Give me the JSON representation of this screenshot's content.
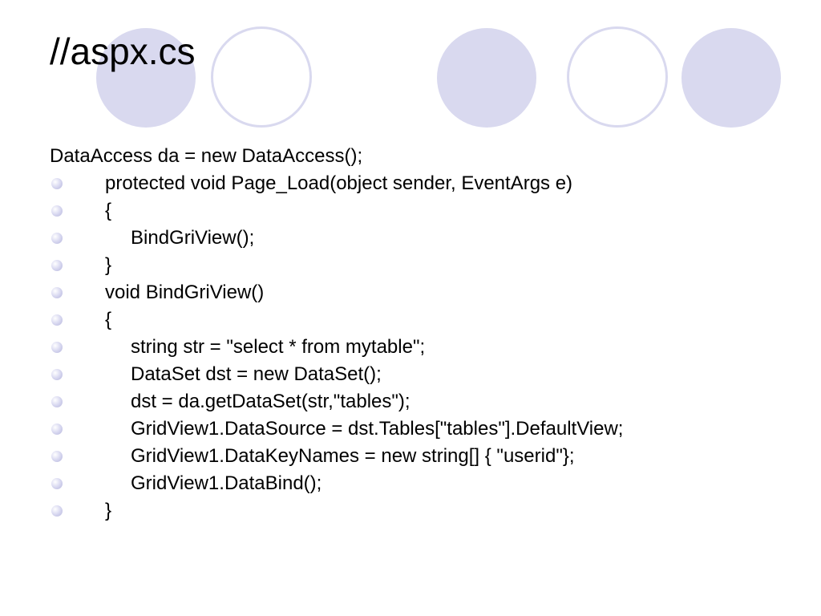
{
  "slide": {
    "title": "//aspx.cs",
    "intro_line": "DataAccess da = new DataAccess();",
    "code_lines": [
      {
        "text": "protected void Page_Load(object sender, EventArgs e)",
        "indent": 0
      },
      {
        "text": "{",
        "indent": 0
      },
      {
        "text": "BindGriView();",
        "indent": 1
      },
      {
        "text": "}",
        "indent": 0
      },
      {
        "text": "void BindGriView()",
        "indent": 0
      },
      {
        "text": "{",
        "indent": 0
      },
      {
        "text": "string str = \"select * from mytable\";",
        "indent": 1
      },
      {
        "text": "DataSet dst = new DataSet();",
        "indent": 1
      },
      {
        "text": "dst = da.getDataSet(str,\"tables\");",
        "indent": 1
      },
      {
        "text": "GridView1.DataSource = dst.Tables[\"tables\"].DefaultView;",
        "indent": 1
      },
      {
        "text": "GridView1.DataKeyNames = new string[] { \"userid\"};",
        "indent": 1
      },
      {
        "text": "GridView1.DataBind();",
        "indent": 1
      },
      {
        "text": "}",
        "indent": 0
      }
    ]
  },
  "theme": {
    "circle_color": "#d9d9ef",
    "text_color": "#000000"
  },
  "icons": {
    "bullet": "bullet-icon",
    "decoration": "decorative-circle"
  }
}
